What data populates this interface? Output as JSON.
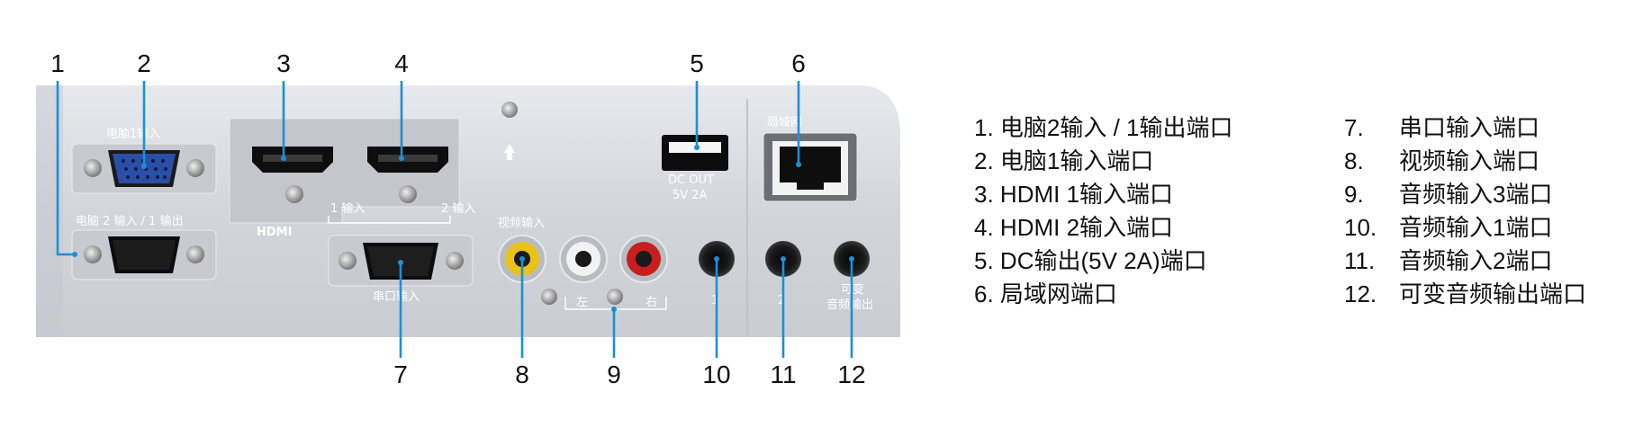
{
  "callouts": [
    "1",
    "2",
    "3",
    "4",
    "5",
    "6",
    "7",
    "8",
    "9",
    "10",
    "11",
    "12"
  ],
  "panel_labels": {
    "pc1_input": "电脑1输入",
    "pc2_in_pc1_out": "电脑 2 输入 / 1 输出",
    "hdmi_logo": "HDMI",
    "hdmi1": "1 输入",
    "hdmi2": "2 输入",
    "dc_out": "DC OUT",
    "dc_spec": "5V 2A",
    "lan": "局域网",
    "serial_input": "串口输入",
    "video_input": "视频输入",
    "audio_left": "左",
    "audio_right": "右",
    "audio_jack_1": "1",
    "audio_jack_2": "2",
    "variable_audio_out_1": "可变",
    "variable_audio_out_2": "音频输出"
  },
  "legend": {
    "left": [
      {
        "no": "1.",
        "text": "电脑2输入 / 1输出端口"
      },
      {
        "no": "2.",
        "text": "电脑1输入端口"
      },
      {
        "no": "3.",
        "text": "HDMI 1输入端口"
      },
      {
        "no": "4.",
        "text": "HDMI 2输入端口"
      },
      {
        "no": "5.",
        "text": "DC输出(5V 2A)端口"
      },
      {
        "no": "6.",
        "text": "局域网端口"
      }
    ],
    "right": [
      {
        "no": "7.",
        "text": "串口输入端口"
      },
      {
        "no": "8.",
        "text": "视频输入端口"
      },
      {
        "no": "9.",
        "text": "音频输入3端口"
      },
      {
        "no": "10.",
        "text": "音频输入1端口"
      },
      {
        "no": "11.",
        "text": "音频输入2端口"
      },
      {
        "no": "12.",
        "text": "可变音频输出端口"
      }
    ]
  },
  "colors": {
    "leader": "#1c8fd6",
    "panel": "#d3d7db",
    "vga_blue": "#2a4fa8",
    "rca_yellow": "#e8c21a",
    "rca_white": "#f2f2f2",
    "rca_red": "#c81e1e"
  }
}
